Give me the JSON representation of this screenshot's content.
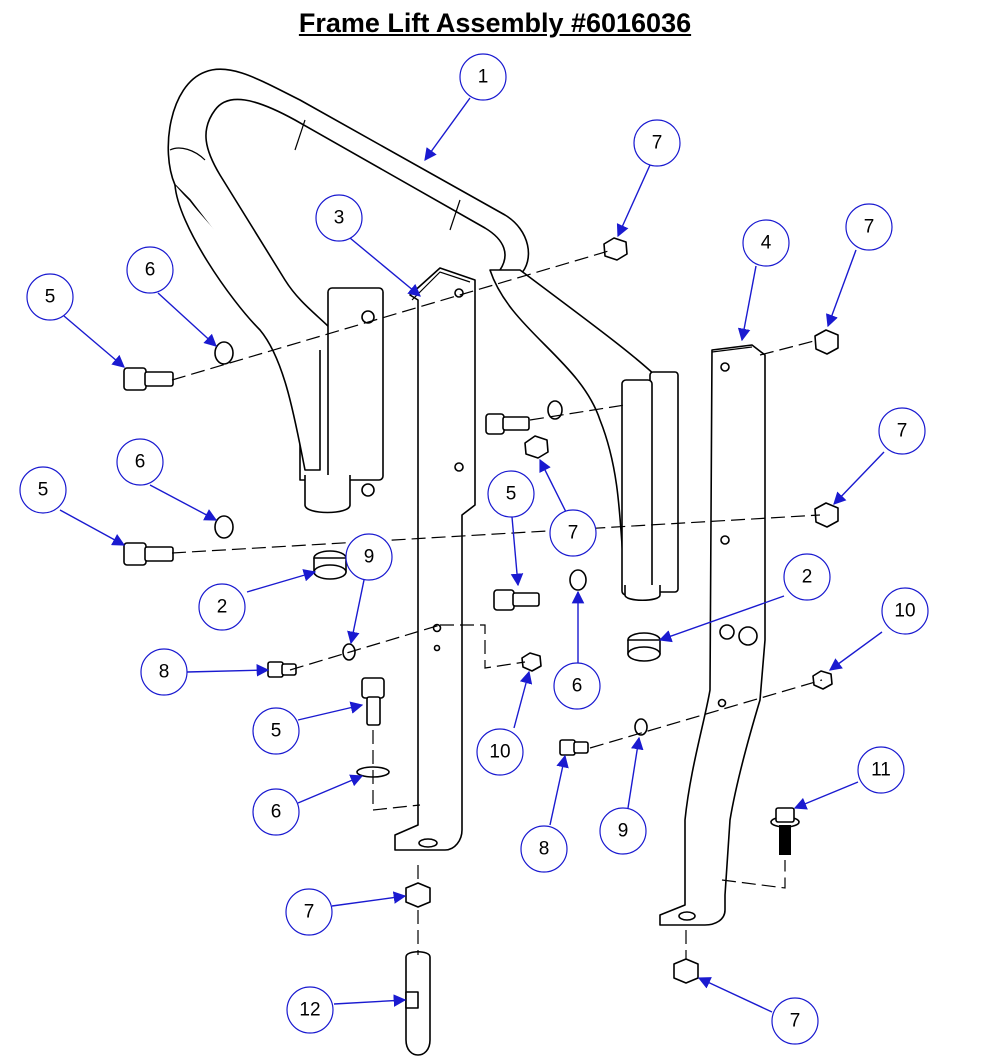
{
  "diagram": {
    "title": "Frame Lift Assembly #6016036",
    "callouts": [
      {
        "id": "c1",
        "label": "1"
      },
      {
        "id": "c2a",
        "label": "2"
      },
      {
        "id": "c2b",
        "label": "2"
      },
      {
        "id": "c3",
        "label": "3"
      },
      {
        "id": "c4",
        "label": "4"
      },
      {
        "id": "c5a",
        "label": "5"
      },
      {
        "id": "c5b",
        "label": "5"
      },
      {
        "id": "c5c",
        "label": "5"
      },
      {
        "id": "c5d",
        "label": "5"
      },
      {
        "id": "c6a",
        "label": "6"
      },
      {
        "id": "c6b",
        "label": "6"
      },
      {
        "id": "c6c",
        "label": "6"
      },
      {
        "id": "c6d",
        "label": "6"
      },
      {
        "id": "c7a",
        "label": "7"
      },
      {
        "id": "c7b",
        "label": "7"
      },
      {
        "id": "c7c",
        "label": "7"
      },
      {
        "id": "c7d",
        "label": "7"
      },
      {
        "id": "c7e",
        "label": "7"
      },
      {
        "id": "c7f",
        "label": "7"
      },
      {
        "id": "c8a",
        "label": "8"
      },
      {
        "id": "c8b",
        "label": "8"
      },
      {
        "id": "c9a",
        "label": "9"
      },
      {
        "id": "c9b",
        "label": "9"
      },
      {
        "id": "c10a",
        "label": "10"
      },
      {
        "id": "c10b",
        "label": "10"
      },
      {
        "id": "c11",
        "label": "11"
      },
      {
        "id": "c12",
        "label": "12"
      }
    ]
  },
  "colors": {
    "callout_stroke": "#1a1ad0",
    "line": "#000000",
    "background": "#ffffff"
  }
}
